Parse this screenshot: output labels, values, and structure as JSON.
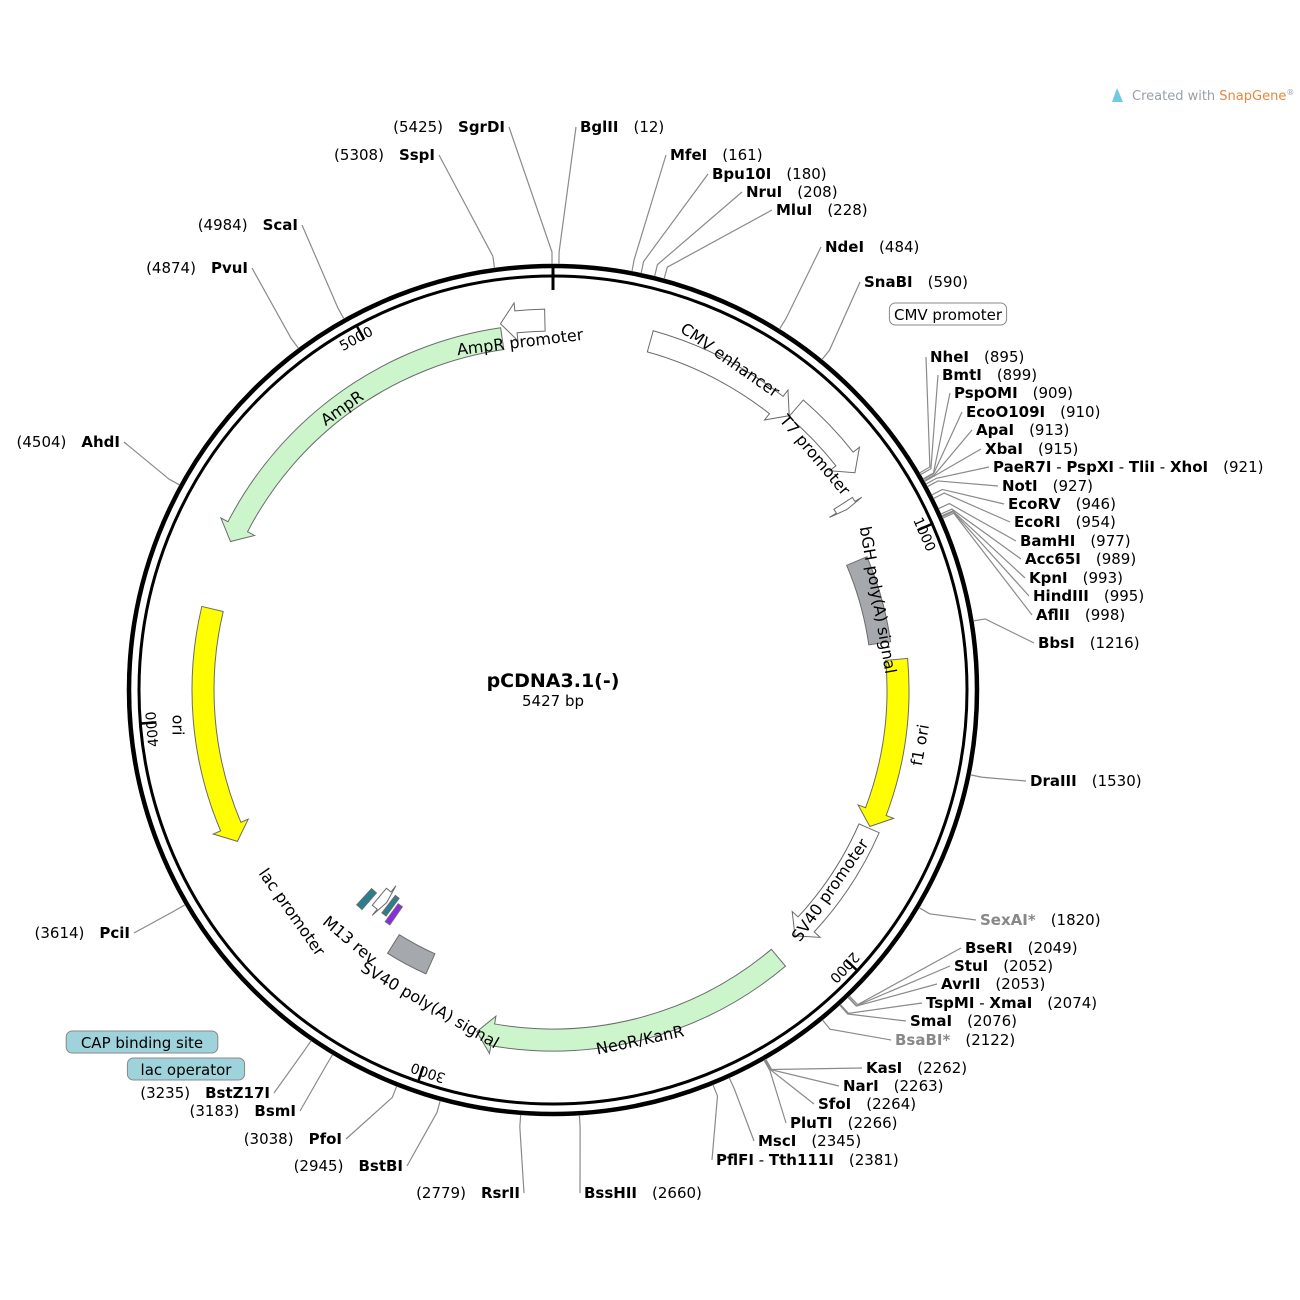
{
  "plasmid": {
    "name": "pCDNA3.1(-)",
    "length": 5427,
    "length_label": "5427 bp"
  },
  "credit": {
    "text": "Created with ",
    "brand": "SnapGene",
    "mark": "®"
  },
  "colors": {
    "backbone": "#000000",
    "leader": "#8a8a8a",
    "ampr": "#ccf5cc",
    "ori": "#ffff00",
    "promoter": "#ffffff",
    "polya": "#a5a9ad",
    "cap": "#9fd3dc",
    "lac_operator": "#2a7f8f",
    "m13": "#8b2be2",
    "gray_text": "#888888"
  },
  "ticks": [
    {
      "pos": 1000,
      "label": "1000"
    },
    {
      "pos": 2000,
      "label": "2000"
    },
    {
      "pos": 3000,
      "label": "3000"
    },
    {
      "pos": 4000,
      "label": "4000"
    },
    {
      "pos": 5000,
      "label": "5000"
    }
  ],
  "features": [
    {
      "name": "CMV enhancer",
      "type": "promoter",
      "start": 235,
      "end": 614,
      "dir": 1
    },
    {
      "name": "CMV promoter",
      "type": "promoter",
      "start": 615,
      "end": 818,
      "dir": 1,
      "label_style": "box"
    },
    {
      "name": "T7 promoter",
      "type": "promoter",
      "start": 863,
      "end": 881,
      "dir": 1
    },
    {
      "name": "bGH poly(A) signal",
      "type": "polya",
      "start": 1010,
      "end": 1234,
      "dir": 1
    },
    {
      "name": "f1 ori",
      "type": "ori",
      "start": 1280,
      "end": 1708,
      "dir": 1
    },
    {
      "name": "SV40 promoter",
      "type": "promoter",
      "start": 1713,
      "end": 2042,
      "dir": 1
    },
    {
      "name": "NeoR/KanR",
      "type": "ampr",
      "start": 2109,
      "end": 2903,
      "dir": 1
    },
    {
      "name": "SV40 poly(A) signal",
      "type": "polya",
      "start": 3077,
      "end": 3198,
      "dir": 1
    },
    {
      "name": "M13 rev",
      "type": "m13",
      "start": 3238,
      "end": 3255,
      "dir": -1
    },
    {
      "name": "lac operator",
      "type": "lac_operator",
      "start": 3263,
      "end": 3279,
      "dir": 1,
      "label_style": "box"
    },
    {
      "name": "lac promoter",
      "type": "promoter",
      "start": 3287,
      "end": 3317,
      "dir": -1
    },
    {
      "name": "CAP binding site",
      "type": "lac_operator",
      "start": 3332,
      "end": 3353,
      "dir": 1,
      "label_style": "box"
    },
    {
      "name": "ori",
      "type": "ori",
      "start": 3684,
      "end": 4272,
      "dir": -1
    },
    {
      "name": "AmpR",
      "type": "ampr",
      "start": 4443,
      "end": 5303,
      "dir": -1
    },
    {
      "name": "AmpR promoter",
      "type": "promoter",
      "start": 5304,
      "end": 5408,
      "dir": -1
    }
  ],
  "sites": [
    {
      "names": [
        "SgrDI"
      ],
      "pos": 5425
    },
    {
      "names": [
        "BglII"
      ],
      "pos": 12
    },
    {
      "names": [
        "SspI"
      ],
      "pos": 5308
    },
    {
      "names": [
        "MfeI"
      ],
      "pos": 161
    },
    {
      "names": [
        "Bpu10I"
      ],
      "pos": 180
    },
    {
      "names": [
        "NruI"
      ],
      "pos": 208
    },
    {
      "names": [
        "MluI"
      ],
      "pos": 228
    },
    {
      "names": [
        "ScaI"
      ],
      "pos": 4984
    },
    {
      "names": [
        "NdeI"
      ],
      "pos": 484
    },
    {
      "names": [
        "PvuI"
      ],
      "pos": 4874
    },
    {
      "names": [
        "SnaBI"
      ],
      "pos": 590
    },
    {
      "names": [
        "NheI"
      ],
      "pos": 895
    },
    {
      "names": [
        "BmtI"
      ],
      "pos": 899
    },
    {
      "names": [
        "PspOMI"
      ],
      "pos": 909
    },
    {
      "names": [
        "EcoO109I"
      ],
      "pos": 910
    },
    {
      "names": [
        "ApaI"
      ],
      "pos": 913
    },
    {
      "names": [
        "XbaI"
      ],
      "pos": 915
    },
    {
      "names": [
        "PaeR7I",
        "PspXI",
        "TliI",
        "XhoI"
      ],
      "pos": 921
    },
    {
      "names": [
        "AhdI"
      ],
      "pos": 4504
    },
    {
      "names": [
        "NotI"
      ],
      "pos": 927
    },
    {
      "names": [
        "EcoRV"
      ],
      "pos": 946
    },
    {
      "names": [
        "EcoRI"
      ],
      "pos": 954
    },
    {
      "names": [
        "BamHI"
      ],
      "pos": 977
    },
    {
      "names": [
        "Acc65I"
      ],
      "pos": 989
    },
    {
      "names": [
        "KpnI"
      ],
      "pos": 993
    },
    {
      "names": [
        "HindIII"
      ],
      "pos": 995
    },
    {
      "names": [
        "AflII"
      ],
      "pos": 998
    },
    {
      "names": [
        "BbsI"
      ],
      "pos": 1216
    },
    {
      "names": [
        "DraIII"
      ],
      "pos": 1530
    },
    {
      "names": [
        "SexAI*"
      ],
      "pos": 1820,
      "gray": true
    },
    {
      "names": [
        "PciI"
      ],
      "pos": 3614
    },
    {
      "names": [
        "BseRI"
      ],
      "pos": 2049
    },
    {
      "names": [
        "StuI"
      ],
      "pos": 2052
    },
    {
      "names": [
        "AvrII"
      ],
      "pos": 2053
    },
    {
      "names": [
        "TspMI",
        "XmaI"
      ],
      "pos": 2074
    },
    {
      "names": [
        "SmaI"
      ],
      "pos": 2076
    },
    {
      "names": [
        "BsaBI*"
      ],
      "pos": 2122,
      "gray": true
    },
    {
      "names": [
        "KasI"
      ],
      "pos": 2262
    },
    {
      "names": [
        "NarI"
      ],
      "pos": 2263
    },
    {
      "names": [
        "SfoI"
      ],
      "pos": 2264
    },
    {
      "names": [
        "PluTI"
      ],
      "pos": 2266
    },
    {
      "names": [
        "MscI"
      ],
      "pos": 2345
    },
    {
      "names": [
        "PflFI",
        "Tth111I"
      ],
      "pos": 2381
    },
    {
      "names": [
        "BstZ17I"
      ],
      "pos": 3235
    },
    {
      "names": [
        "BsmI"
      ],
      "pos": 3183
    },
    {
      "names": [
        "PfoI"
      ],
      "pos": 3038
    },
    {
      "names": [
        "BstBI"
      ],
      "pos": 2945
    },
    {
      "names": [
        "RsrII"
      ],
      "pos": 2779
    },
    {
      "names": [
        "BssHII"
      ],
      "pos": 2660
    }
  ]
}
